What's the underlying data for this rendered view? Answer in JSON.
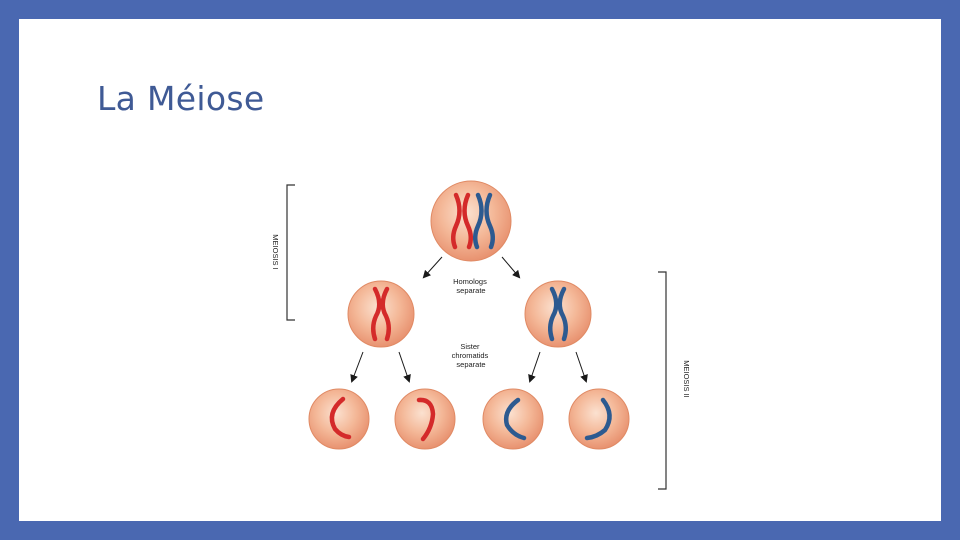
{
  "slide": {
    "title": "La Méiose",
    "colors": {
      "frame": "#4a68b1",
      "title": "#3f5a95",
      "cell": "#f0a882",
      "red_chromosome": "#d42a2a",
      "blue_chromosome": "#2d5a90"
    }
  },
  "diagram": {
    "stage_labels": {
      "meiosis_1": "MEIOSIS I",
      "meiosis_2": "MEIOSIS II"
    },
    "step_labels": {
      "homologs": [
        "Homologs",
        "separate"
      ],
      "sisters": [
        "Sister",
        "chromatids",
        "separate"
      ]
    }
  }
}
